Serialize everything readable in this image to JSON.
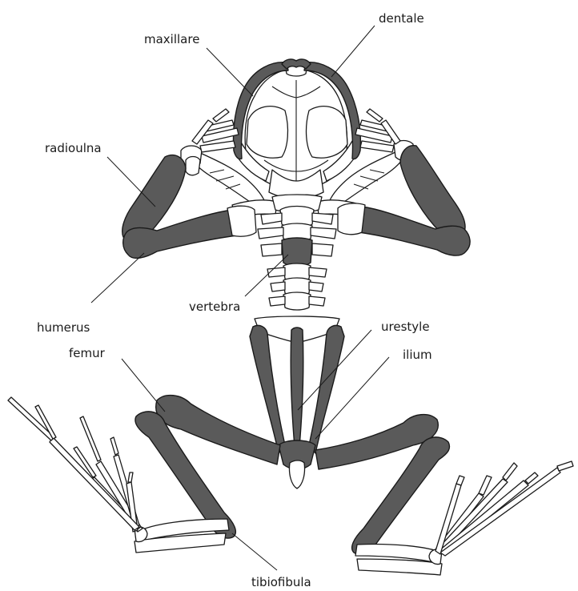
{
  "labels": {
    "maxillare": "maxillare",
    "dentale": "dentale",
    "radioulna": "radioulna",
    "humerus": "humerus",
    "vertebra": "vertebra",
    "urestyle": "urestyle",
    "ilium": "ilium",
    "femur": "femur",
    "tibiofibula": "tibiofibula"
  },
  "colors": {
    "highlight_bone": "#5a5a5a",
    "plain_bone": "#ffffff",
    "outline": "#1a1a1a"
  }
}
